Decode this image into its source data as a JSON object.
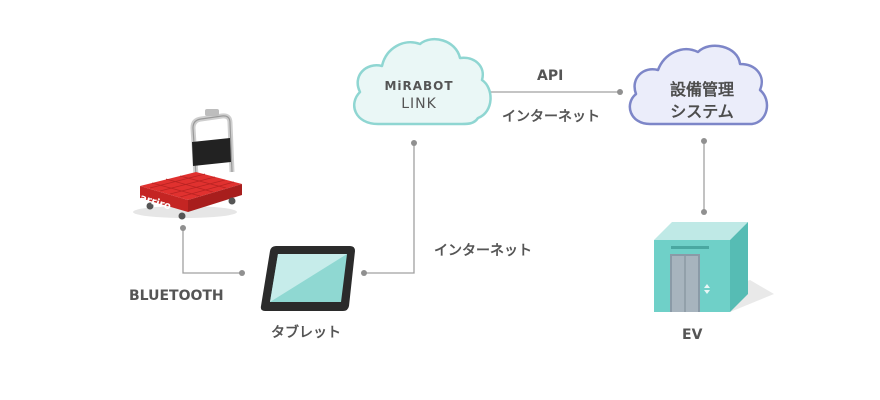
{
  "nodes": {
    "mirabot": {
      "logo_text": "MiRABOT",
      "subtitle": "LINK"
    },
    "facility": {
      "line1": "設備管理",
      "line2": "システム"
    },
    "cart": {
      "brand_text": "carriro",
      "label": "BLUETOOTH"
    },
    "tablet": {
      "label": "タブレット"
    },
    "ev": {
      "label": "EV"
    }
  },
  "connections": {
    "cloud_link_top": "API",
    "cloud_link_bottom": "インターネット",
    "tablet_link": "インターネット"
  },
  "colors": {
    "mirabot_cloud_fill": "#e9f6f5",
    "mirabot_cloud_stroke": "#8fd6d2",
    "facility_cloud_fill": "#ebedfa",
    "facility_cloud_stroke": "#7d86c8",
    "connector": "#9a9a9a",
    "cart_red": "#e0312f",
    "ev_teal": "#6dcdc5",
    "text": "#555555"
  }
}
